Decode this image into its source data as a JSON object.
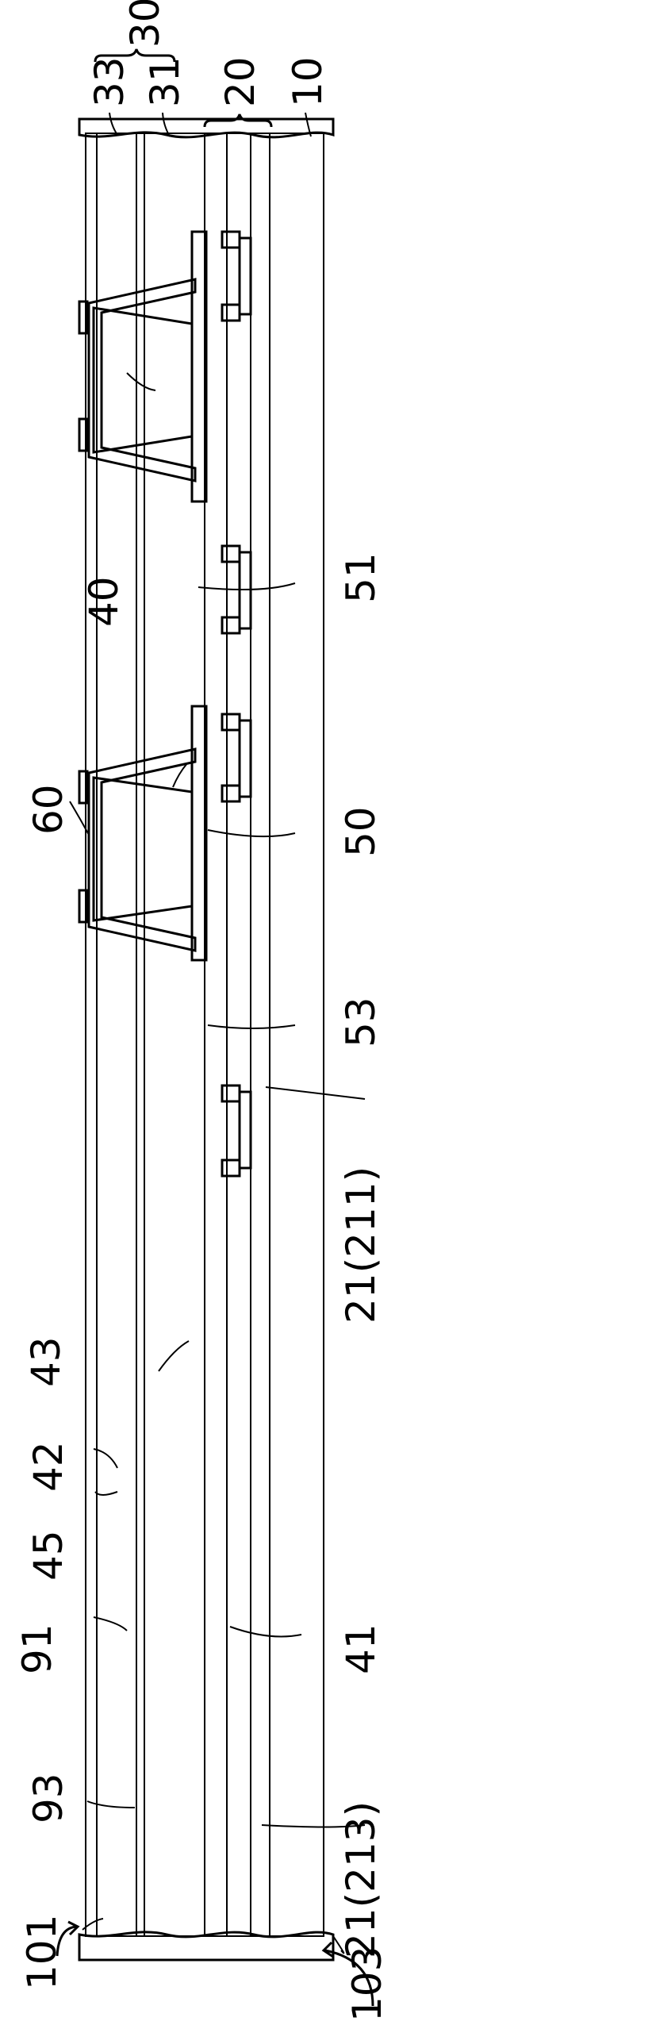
{
  "figure": {
    "labels": {
      "l30": "30",
      "l33": "33",
      "l31": "31",
      "l20": "20",
      "l10": "10",
      "l51": "51",
      "l40": "40",
      "l50": "50",
      "l60": "60",
      "l53": "53",
      "l211": "21(211)",
      "l43": "43",
      "l42": "42",
      "l41": "41",
      "l45": "45",
      "l91": "91",
      "l93": "93",
      "l213": "21(213)",
      "l101": "101",
      "l103": "103"
    },
    "colors": {
      "line": "#000000",
      "background": "#ffffff"
    }
  }
}
